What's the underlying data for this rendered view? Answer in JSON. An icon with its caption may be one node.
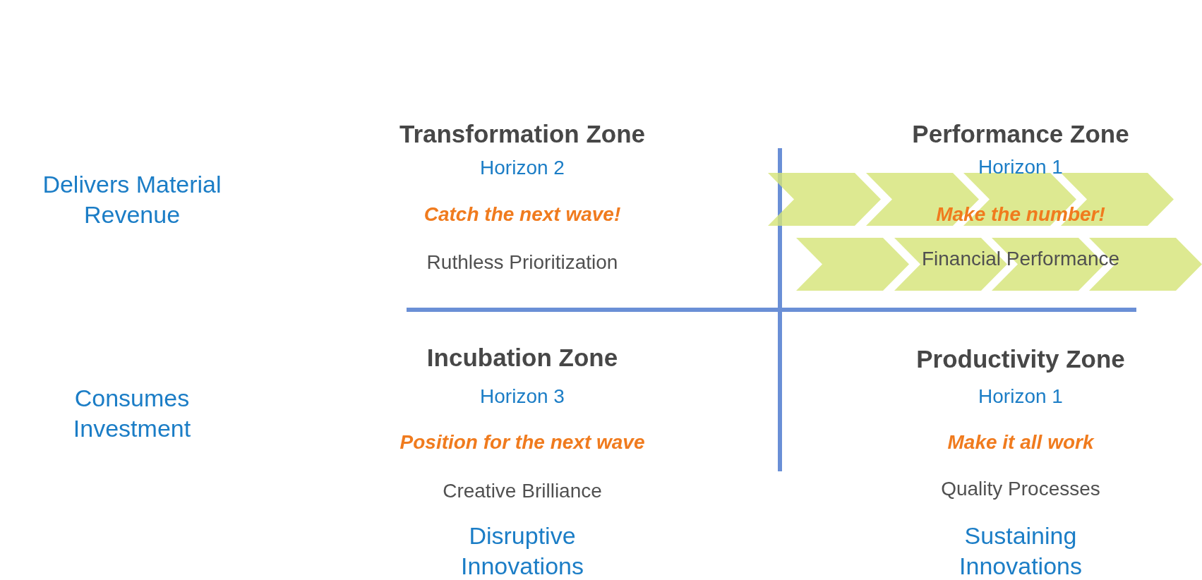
{
  "diagram": {
    "labels": [
      "Transformation Zone",
      "Performance Zone",
      "Horizon 2",
      "Horizon 1",
      "Delivers Material Revenue",
      "Catch the next wave!",
      "Make the number!",
      "Ruthless Prioritization",
      "Financial Performance",
      "Incubation Zone",
      "Productivity Zone",
      "Consumes Investment",
      "Horizon 3",
      "Horizon 1",
      "Position for the next wave",
      "Make it all work",
      "Creative Brilliance",
      "Quality Processes",
      "Disruptive Innovations",
      "Sustaining Innovations"
    ]
  }
}
